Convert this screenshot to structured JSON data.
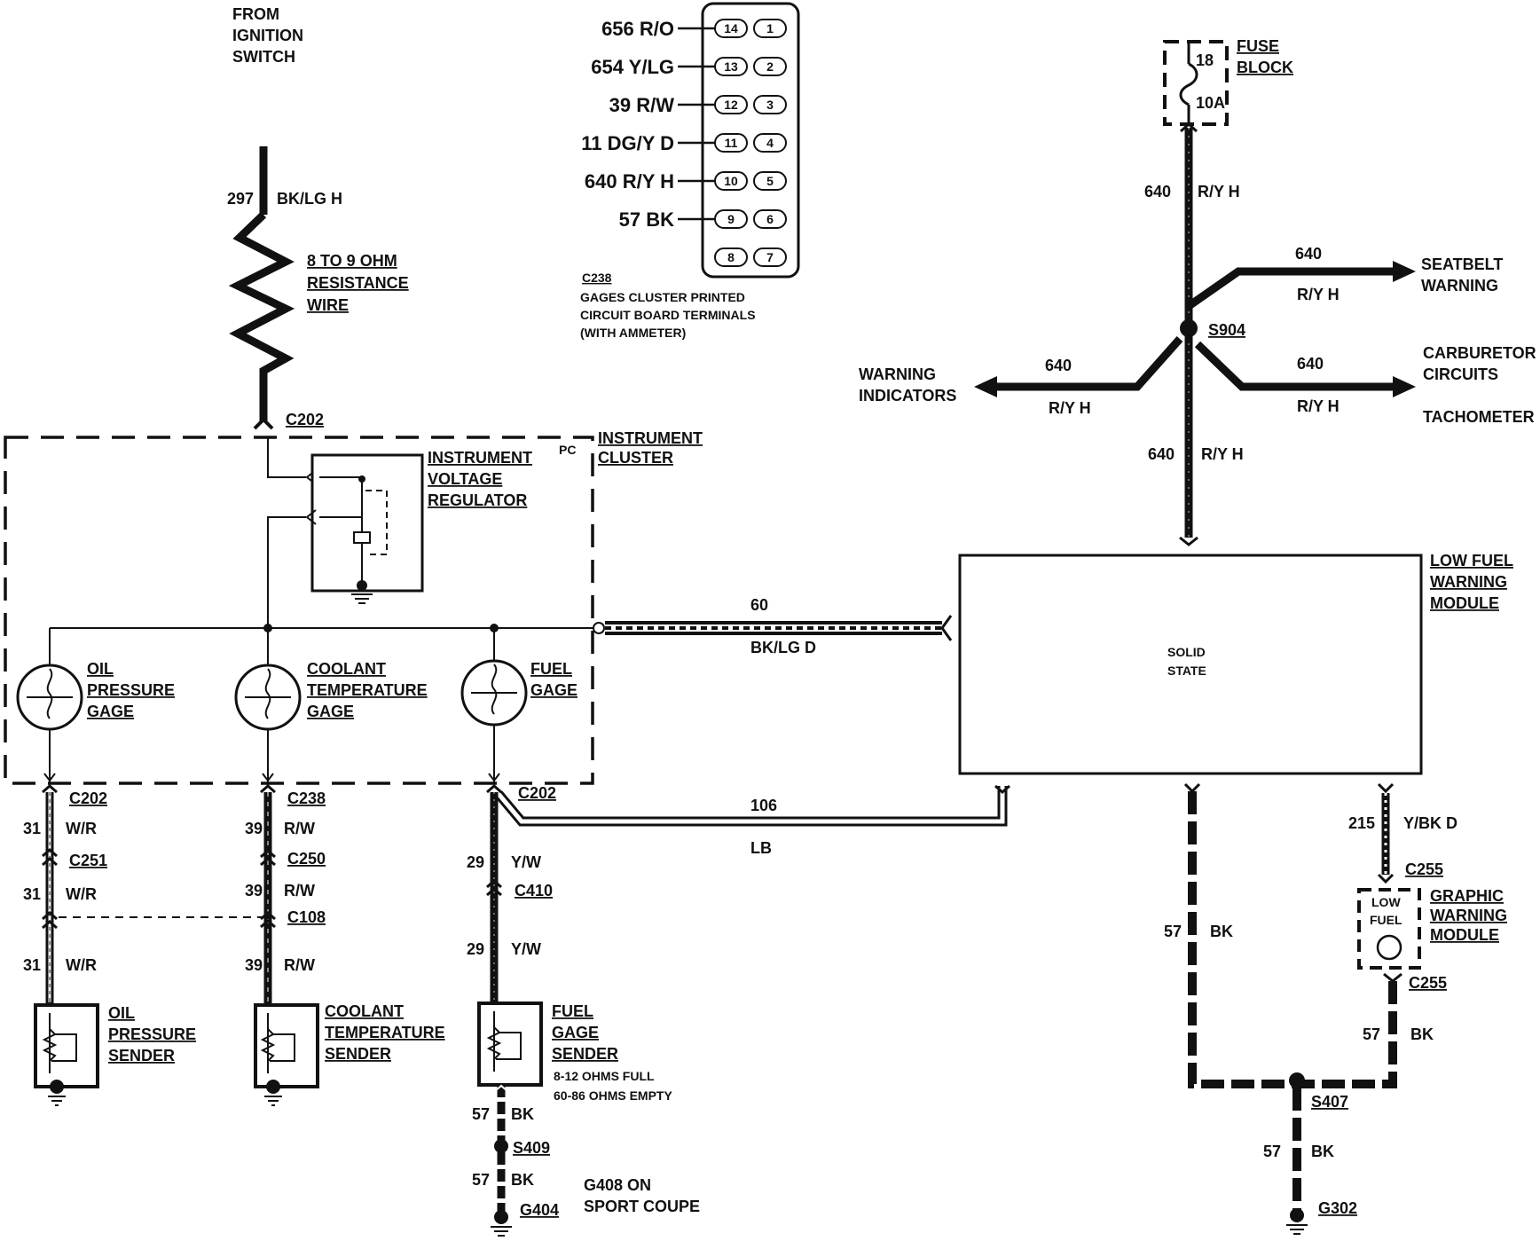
{
  "ignition": {
    "lines": [
      "FROM",
      "IGNITION",
      "SWITCH"
    ],
    "circuit": "297",
    "color": "BK/LG H"
  },
  "resistance_wire": {
    "lines": [
      "8 TO 9 OHM",
      "RESISTANCE",
      "WIRE"
    ]
  },
  "connector_top": {
    "label": "C202"
  },
  "c238_pins": [
    {
      "label": "656 R/O",
      "left_pin": "14",
      "right_pin": "1"
    },
    {
      "label": "654 Y/LG",
      "left_pin": "13",
      "right_pin": "2"
    },
    {
      "label": "39 R/W",
      "left_pin": "12",
      "right_pin": "3"
    },
    {
      "label": "11 DG/Y D",
      "left_pin": "11",
      "right_pin": "4"
    },
    {
      "label": "640 R/Y H",
      "left_pin": "10",
      "right_pin": "5"
    },
    {
      "label": "57 BK",
      "left_pin": "9",
      "right_pin": "6"
    },
    {
      "label": "",
      "left_pin": "8",
      "right_pin": "7"
    }
  ],
  "c238_caption": {
    "id": "C238",
    "lines": [
      "GAGES CLUSTER PRINTED",
      "CIRCUIT BOARD TERMINALS",
      "(WITH AMMETER)"
    ]
  },
  "cluster": {
    "title_lines": [
      "INSTRUMENT",
      "CLUSTER"
    ],
    "pc": "PC",
    "regulator_lines": [
      "INSTRUMENT",
      "VOLTAGE",
      "REGULATOR"
    ],
    "gages": [
      {
        "lines": [
          "OIL",
          "PRESSURE",
          "GAGE"
        ]
      },
      {
        "lines": [
          "COOLANT",
          "TEMPERATURE",
          "GAGE"
        ]
      },
      {
        "lines": [
          "FUEL",
          "GAGE"
        ]
      }
    ]
  },
  "wire_60": {
    "circuit": "60",
    "color": "BK/LG  D"
  },
  "wire_106": {
    "circuit": "106",
    "color": "LB"
  },
  "fuse": {
    "title_lines": [
      "FUSE",
      "BLOCK"
    ],
    "number": "18",
    "rating": "10A"
  },
  "feed_640": {
    "top": {
      "circuit": "640",
      "color": "R/Y H"
    },
    "bottom": {
      "circuit": "640",
      "color": "R/Y H"
    },
    "splice": "S904",
    "seatbelt": {
      "circuit": "640",
      "color": "R/Y H",
      "lines": [
        "SEATBELT",
        "WARNING"
      ]
    },
    "carb": {
      "circuit": "640",
      "color": "R/Y H",
      "lines": [
        "CARBURETOR",
        "CIRCUITS"
      ]
    },
    "tach": "TACHOMETER",
    "warning": {
      "circuit": "640",
      "color": "R/Y H",
      "lines": [
        "WARNING",
        "INDICATORS"
      ]
    }
  },
  "low_fuel_module": {
    "title_lines": [
      "LOW FUEL",
      "WARNING",
      "MODULE"
    ],
    "inner_lines": [
      "SOLID",
      "STATE"
    ]
  },
  "oil_circuit": {
    "connectors": [
      "C202",
      "C251"
    ],
    "segments": [
      {
        "circuit": "31",
        "color": "W/R"
      },
      {
        "circuit": "31",
        "color": "W/R"
      },
      {
        "circuit": "31",
        "color": "W/R"
      }
    ],
    "sender_lines": [
      "OIL",
      "PRESSURE",
      "SENDER"
    ]
  },
  "coolant_circuit": {
    "connectors": [
      "C238",
      "C250",
      "C108"
    ],
    "segments": [
      {
        "circuit": "39",
        "color": "R/W"
      },
      {
        "circuit": "39",
        "color": "R/W"
      },
      {
        "circuit": "39",
        "color": "R/W"
      }
    ],
    "sender_lines": [
      "COOLANT",
      "TEMPERATURE",
      "SENDER"
    ]
  },
  "fuel_circuit": {
    "connectors": [
      "C202",
      "C410"
    ],
    "segments": [
      {
        "circuit": "29",
        "color": "Y/W"
      },
      {
        "circuit": "29",
        "color": "Y/W"
      }
    ],
    "sender_lines": [
      "FUEL",
      "GAGE",
      "SENDER"
    ],
    "sender_specs": [
      "8-12 OHMS FULL",
      "60-86 OHMS EMPTY"
    ],
    "ground_segments": [
      {
        "circuit": "57",
        "color": "BK"
      },
      {
        "circuit": "57",
        "color": "BK"
      }
    ],
    "splice": "S409",
    "ground": "G404",
    "ground_note": [
      "G408 ON",
      "SPORT COUPE"
    ]
  },
  "right_ground": {
    "left_segment": {
      "circuit": "57",
      "color": "BK"
    },
    "wire_215": {
      "circuit": "215",
      "color": "Y/BK D"
    },
    "c255_top": "C255",
    "graphic_module": {
      "inner_lines": [
        "LOW",
        "FUEL"
      ],
      "title_lines": [
        "GRAPHIC",
        "WARNING",
        "MODULE"
      ]
    },
    "c255_bottom": "C255",
    "right_segment": {
      "circuit": "57",
      "color": "BK"
    },
    "splice": "S407",
    "bottom_segment": {
      "circuit": "57",
      "color": "BK"
    },
    "ground": "G302"
  }
}
